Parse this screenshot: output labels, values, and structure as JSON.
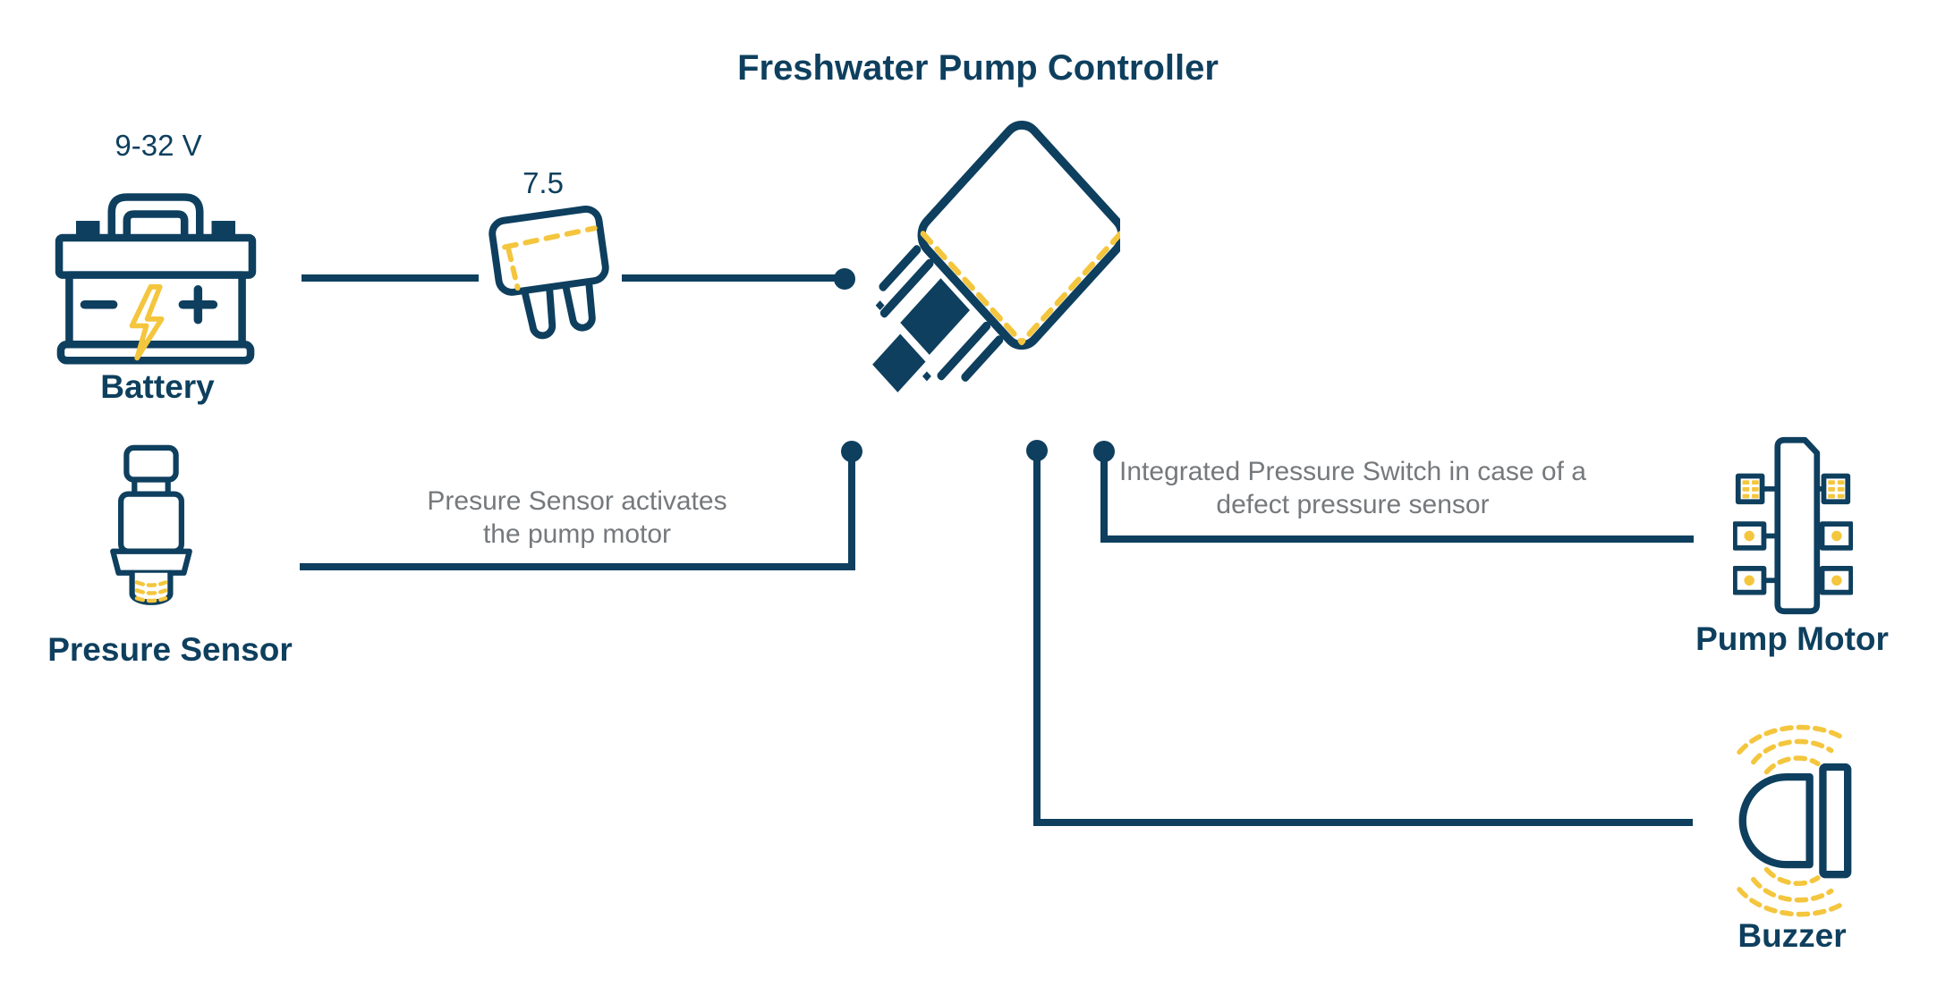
{
  "colors": {
    "navy": "#0e3f5e",
    "yellow": "#f4c63e",
    "gray": "#76797c",
    "background": "#ffffff"
  },
  "title": "Freshwater Pump Controller",
  "battery": {
    "voltage": "9-32 V",
    "label": "Battery"
  },
  "fuse": {
    "rating": "7.5"
  },
  "pressure_sensor": {
    "label": "Presure Sensor"
  },
  "pump_motor": {
    "label": "Pump Motor"
  },
  "buzzer": {
    "label": "Buzzer"
  },
  "annotations": {
    "sensor": {
      "line1": "Presure Sensor activates",
      "line2": "the pump motor"
    },
    "pressure_switch": {
      "line1": "Integrated Pressure Switch in case of a",
      "line2": "defect pressure sensor"
    }
  },
  "icons": [
    "battery-icon",
    "fuse-icon",
    "relay-controller-icon",
    "pressure-sensor-icon",
    "pump-motor-icon",
    "buzzer-icon"
  ]
}
